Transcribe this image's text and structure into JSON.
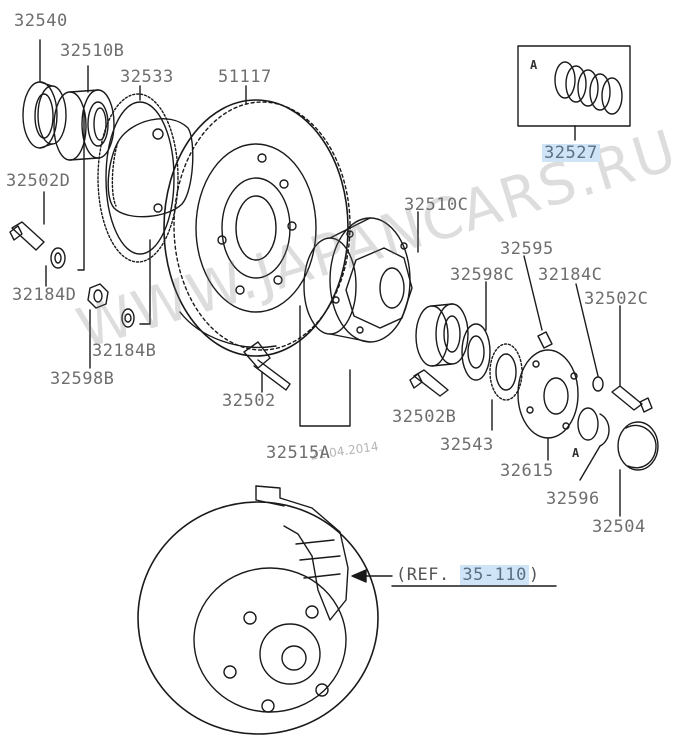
{
  "watermark": "WWW.JAPANCARS.RU",
  "stamp_date": "21.04.2014",
  "inset_letter": "A",
  "ring_letter": "A",
  "ref_text": "(REF. ",
  "ref_number": "35-110",
  "ref_close": ")",
  "labels": {
    "p32540": "32540",
    "p32510b": "32510B",
    "p32533": "32533",
    "p51117": "51117",
    "p32527": "32527",
    "p32502d": "32502D",
    "p32184d": "32184D",
    "p32598b": "32598B",
    "p32184b": "32184B",
    "p32510c": "32510C",
    "p32595": "32595",
    "p32598c": "32598C",
    "p32184c": "32184C",
    "p32502c": "32502C",
    "p32502": "32502",
    "p32502b": "32502B",
    "p32543": "32543",
    "p32515a": "32515A",
    "p32615": "32615",
    "p32596": "32596",
    "p32504": "32504"
  },
  "colors": {
    "line": "#1a1a1a",
    "label": "#6e6e6e",
    "highlight": "#cfe4f6"
  }
}
